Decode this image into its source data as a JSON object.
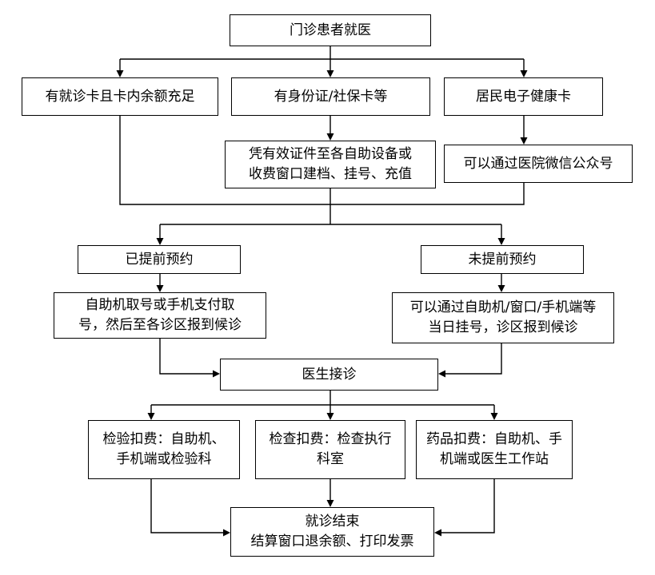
{
  "nodes": {
    "start": "门诊患者就医",
    "card": "有就诊卡且卡内余额充足",
    "id_card": "有身份证/社保卡等",
    "health_card": "居民电子健康卡",
    "register": [
      "凭有效证件至各自助设备或",
      "收费窗口建档、挂号、充值"
    ],
    "wechat": "可以通过医院微信公众号",
    "booked": "已提前预约",
    "not_booked": "未提前预约",
    "booked_steps": [
      "自助机取号或手机支付取",
      "号，然后至各诊区报到候诊"
    ],
    "not_booked_steps": [
      "可以通过自助机/窗口/手机端等",
      "当日挂号，诊区报到候诊"
    ],
    "doctor": "医生接诊",
    "lab_fee": [
      "检验扣费：自助机、",
      "手机端或检验科"
    ],
    "exam_fee": [
      "检查扣费：检查执行",
      "科室"
    ],
    "drug_fee": [
      "药品扣费：自助机、手",
      "机端或医生工作站"
    ],
    "end": [
      "就诊结束",
      "结算窗口退余额、打印发票"
    ]
  }
}
